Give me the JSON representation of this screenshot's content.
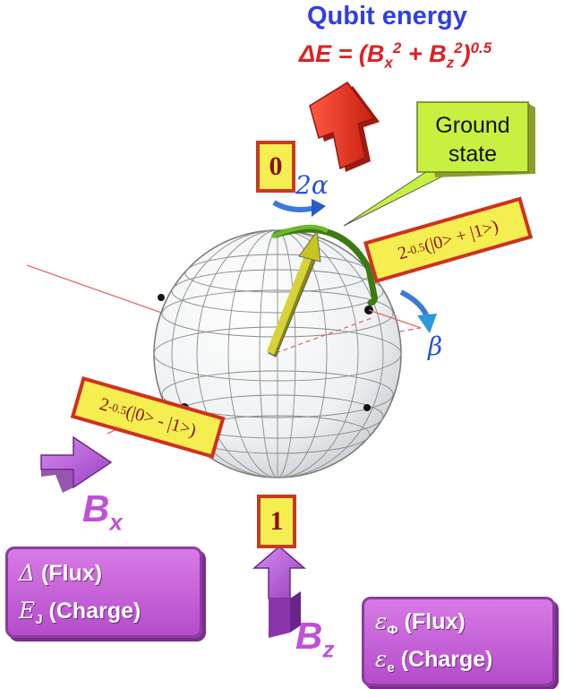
{
  "title": "Qubit energy",
  "formula": {
    "lhs": "ΔE = (B",
    "x_sub": "x",
    "x_sup": "2",
    "plus": " + B",
    "z_sub": "z",
    "z_sup": "2",
    "close": ")",
    "exp": "0.5"
  },
  "callout": {
    "line1": "Ground",
    "line2": "state"
  },
  "state_zero": "0",
  "state_one": "1",
  "plus_state": {
    "coef": "2",
    "exp": "-0.5",
    "ket": "(|0> + |1>)"
  },
  "minus_state": {
    "coef": "2",
    "exp": "-0.5",
    "ket": "(|0> - |1>)"
  },
  "angle_alpha": "2α",
  "angle_beta": "β",
  "field_x": {
    "symbol": "B",
    "sub": "x"
  },
  "field_z": {
    "symbol": "B",
    "sub": "z"
  },
  "left_panel": {
    "row1_symbol": "Δ",
    "row1_text": " (Flux)",
    "row2_symbol": "E",
    "row2_sub": "J",
    "row2_text": " (Charge)"
  },
  "right_panel": {
    "row1_symbol": "ε",
    "row1_sub": "Φ",
    "row1_text": " (Flux)",
    "row2_symbol": "ε",
    "row2_sub": "e",
    "row2_text": " (Charge)"
  },
  "colors": {
    "title": "#2f3fe0",
    "formula": "#e02020",
    "field_arrow": "#b650e0",
    "energy_arrow": "#e63020",
    "label_fill": "#f4ee50",
    "panel": "#c865dc",
    "greek": "#2a50d8",
    "callout": "#c8f040"
  }
}
